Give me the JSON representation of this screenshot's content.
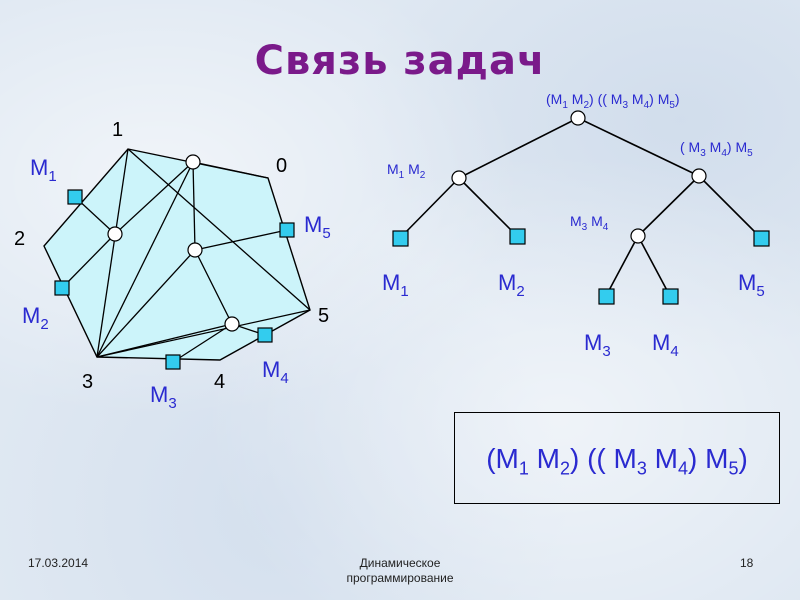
{
  "title": "Связь задач",
  "polygon": {
    "vertex_labels": [
      "0",
      "1",
      "2",
      "3",
      "4",
      "5"
    ],
    "edge_node_labels": [
      {
        "base": "M",
        "sub": "1"
      },
      {
        "base": "M",
        "sub": "2"
      },
      {
        "base": "M",
        "sub": "3"
      },
      {
        "base": "M",
        "sub": "4"
      },
      {
        "base": "M",
        "sub": "5"
      }
    ]
  },
  "tree": {
    "root_label": [
      {
        "t": "(M"
      },
      {
        "s": "1"
      },
      {
        "t": " M"
      },
      {
        "s": "2"
      },
      {
        "t": ") (( M"
      },
      {
        "s": "3"
      },
      {
        "t": " M"
      },
      {
        "s": "4"
      },
      {
        "t": ") M"
      },
      {
        "s": "5"
      },
      {
        "t": ")"
      }
    ],
    "right_label": [
      {
        "t": "( M"
      },
      {
        "s": "3"
      },
      {
        "t": " M"
      },
      {
        "s": "4"
      },
      {
        "t": ") M"
      },
      {
        "s": "5"
      }
    ],
    "left_label": [
      {
        "t": "M"
      },
      {
        "s": "1"
      },
      {
        "t": " M"
      },
      {
        "s": "2"
      }
    ],
    "inner_label": [
      {
        "t": "M"
      },
      {
        "s": "3"
      },
      {
        "t": " M"
      },
      {
        "s": "4"
      }
    ],
    "leaf_labels": [
      {
        "base": "M",
        "sub": "1"
      },
      {
        "base": "M",
        "sub": "2"
      },
      {
        "base": "M",
        "sub": "3"
      },
      {
        "base": "M",
        "sub": "4"
      },
      {
        "base": "M",
        "sub": "5"
      }
    ]
  },
  "formula": [
    {
      "t": "(M"
    },
    {
      "s": "1"
    },
    {
      "t": " M"
    },
    {
      "s": "2"
    },
    {
      "t": ") (( M"
    },
    {
      "s": "3"
    },
    {
      "t": " M"
    },
    {
      "s": "4"
    },
    {
      "t": ") M"
    },
    {
      "s": "5"
    },
    {
      "t": ")"
    }
  ],
  "footer": {
    "date": "17.03.2014",
    "center_line1": "Динамическое",
    "center_line2": "программирование",
    "page": "18"
  },
  "colors": {
    "title": "#7a1a8a",
    "labels": "#2a2ad0",
    "polygon_fill": "#ccf4fa",
    "square_node": "#33ccee"
  }
}
